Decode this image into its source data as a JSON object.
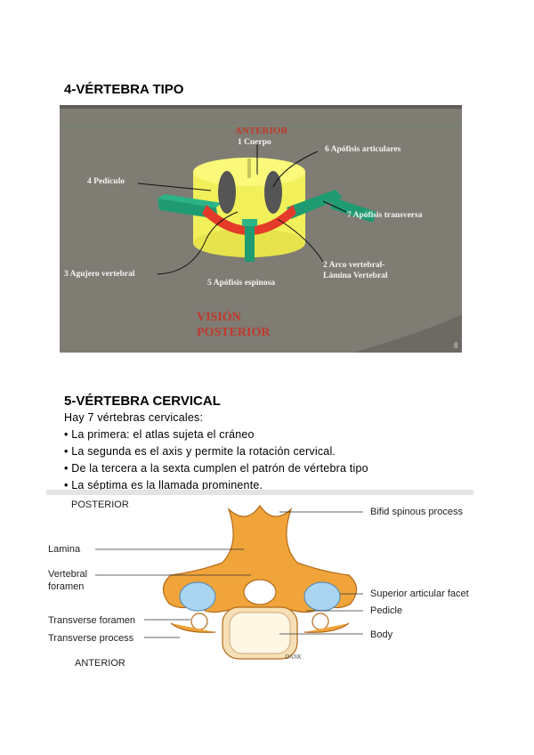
{
  "section4": {
    "heading": "4-VÉRTEBRA TIPO"
  },
  "figure1": {
    "title_top": "ANTERIOR",
    "labels": {
      "cuerpo": "1 Cuerpo",
      "apofisis_articulares": "6 Apófisis articulares",
      "pediculo": "4 Pedículo",
      "apofisis_transversa": "7 Apófisis transversa",
      "agujero_vertebral": "3 Agujero vertebral",
      "apofisis_espinosa": "5 Apófisis espinosa",
      "arco_line1": "2 Arco vertebral-",
      "arco_line2": "Lámina Vertebral"
    },
    "vision_line1": "VISIÓN",
    "vision_line2": "POSTERIOR",
    "slide_number": "8",
    "colors": {
      "background": "#7e7c73",
      "body": "#f2f05a",
      "arch": "#e43a2a",
      "process": "#1f9b72",
      "facet": "#555555",
      "accent": "#c0392b"
    }
  },
  "section5": {
    "heading": "5-VÉRTEBRA CERVICAL",
    "intro": "Hay 7 vértebras cervicales:",
    "bullets": [
      "• La primera: el atlas sujeta el cráneo",
      "• La segunda es el axis y permite la rotación cervical.",
      "• De la tercera a la sexta cumplen el patrón de vértebra tipo",
      "• La séptima es la llamada prominente."
    ]
  },
  "figure2": {
    "posterior": "POSTERIOR",
    "anterior": "ANTERIOR",
    "labels_left": [
      "Lamina",
      "Vertebral",
      "foramen",
      "Transverse foramen",
      "Transverse process"
    ],
    "labels_right": [
      "Bifid spinous process",
      "Superior articular facet",
      "Pedicle",
      "Body"
    ],
    "signature": "DANK"
  }
}
